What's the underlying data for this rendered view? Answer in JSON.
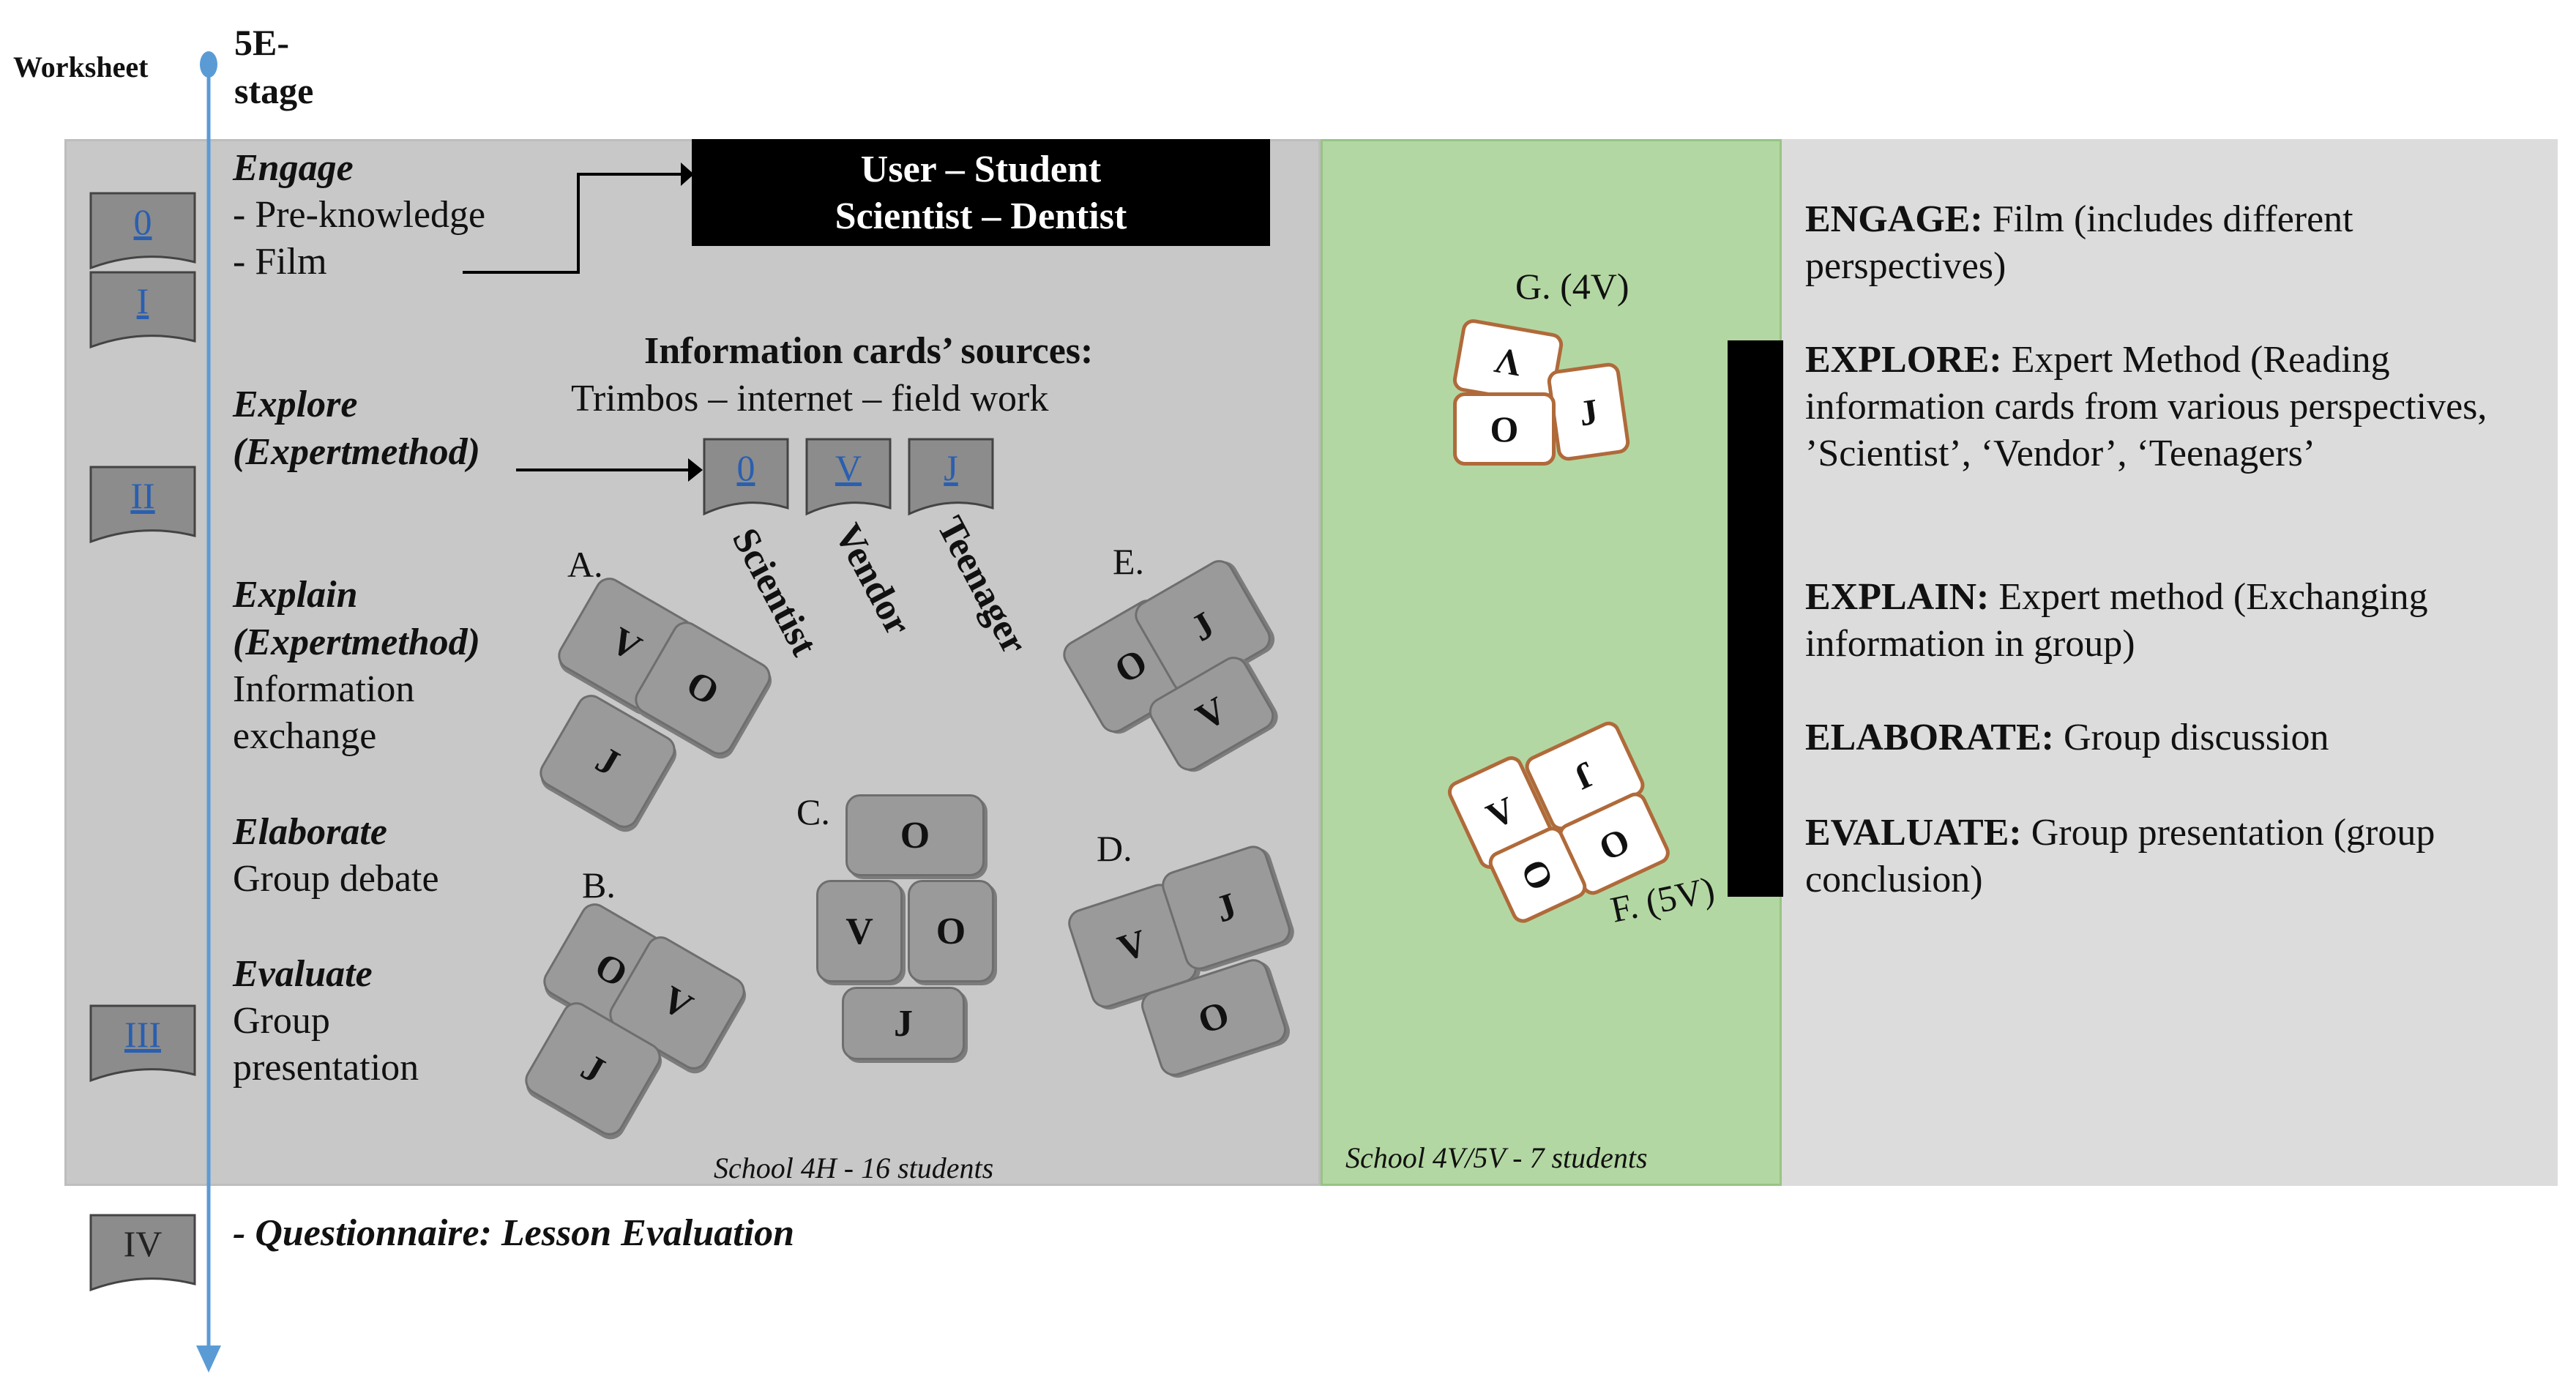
{
  "axis": {
    "worksheet_label": "Worksheet",
    "stage_label": "5E-stage"
  },
  "worksheets": {
    "ws0": "0",
    "ws1": "I",
    "ws2": "II",
    "ws3": "III",
    "ws4": "IV"
  },
  "stages": {
    "engage": {
      "title": "Engage",
      "line1": "- Pre-knowledge",
      "line2": "- Film"
    },
    "explore": {
      "title": "Explore",
      "title2": "(Expertmethod)"
    },
    "explain": {
      "title": "Explain",
      "title2": "(Expertmethod)",
      "line1": "Information",
      "line2": "exchange"
    },
    "elaborate": {
      "title": "Elaborate",
      "line1": "Group debate"
    },
    "evaluate": {
      "title": "Evaluate",
      "line1": "Group",
      "line2": "presentation"
    }
  },
  "header_box": {
    "line1": "User – Student",
    "line2": "Scientist – Dentist"
  },
  "sources": {
    "title": "Information cards’ sources:",
    "list": "Trimbos – internet – field work",
    "docs": [
      "0",
      "V",
      "J"
    ],
    "labels": [
      "Scientist",
      "Vendor",
      "Teenager"
    ]
  },
  "groups": {
    "A": {
      "label": "A.",
      "cards": [
        "V",
        "O",
        "J"
      ]
    },
    "B": {
      "label": "B.",
      "cards": [
        "O",
        "V",
        "J"
      ]
    },
    "C": {
      "label": "C.",
      "cards": [
        "O",
        "V",
        "O",
        "J"
      ]
    },
    "D": {
      "label": "D.",
      "cards": [
        "V",
        "J",
        "O"
      ]
    },
    "E": {
      "label": "E.",
      "cards": [
        "O",
        "J",
        "V"
      ]
    },
    "F": {
      "label": "F. (5V)",
      "cards": [
        "V",
        "J",
        "O",
        "O"
      ]
    },
    "G": {
      "label": "G. (4V)",
      "cards": [
        "V",
        "J",
        "O"
      ]
    }
  },
  "schools": {
    "left": "School 4H - 16 students",
    "green": "School 4V/5V - 7 students"
  },
  "right_panel": {
    "engage_head": "ENGAGE:",
    "engage_text": " Film (includes different perspectives)",
    "explore_head": "EXPLORE:",
    "explore_text": " Expert Method (Reading information cards from various perspectives, ’Scientist’, ‘Vendor’, ‘Teenagers’",
    "explain_head": "EXPLAIN:",
    "explain_text": " Expert method (Exchanging information in group)",
    "elaborate_head": "ELABORATE:",
    "elaborate_text": " Group discussion",
    "evaluate_head": "EVALUATE:",
    "evaluate_text": " Group presentation (group conclusion)"
  },
  "questionnaire": "- Questionnaire: Lesson Evaluation",
  "colors": {
    "gray_panel": "#c8c8c8",
    "green_panel": "#b3d7a2",
    "right_panel": "#dcdcdc",
    "axis_blue": "#5b9bd5",
    "card_border": "#b06a3a"
  }
}
